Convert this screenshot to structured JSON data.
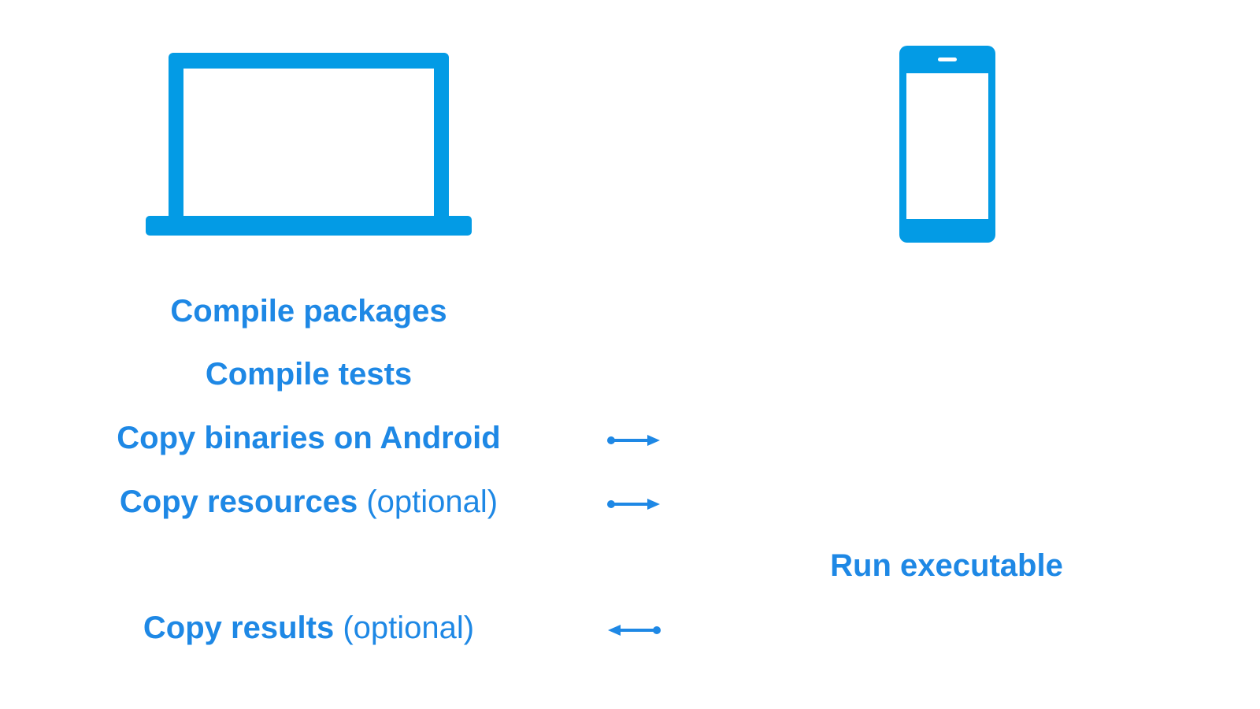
{
  "colors": {
    "device": "#039BE5",
    "text": "#1E88E5",
    "arrow": "#1E88E5"
  },
  "devices": {
    "host": {
      "icon": "laptop-icon"
    },
    "target": {
      "icon": "phone-icon"
    }
  },
  "host_steps": [
    {
      "label": "Compile packages"
    },
    {
      "label": "Compile tests"
    },
    {
      "label": "Copy binaries on Android",
      "arrow": "to-device"
    },
    {
      "label": "Copy resources",
      "note": "(optional)",
      "arrow": "to-device"
    },
    {
      "label": "Copy results",
      "note": "(optional)",
      "arrow": "from-device"
    }
  ],
  "device_steps": [
    {
      "label": "Run executable"
    }
  ]
}
